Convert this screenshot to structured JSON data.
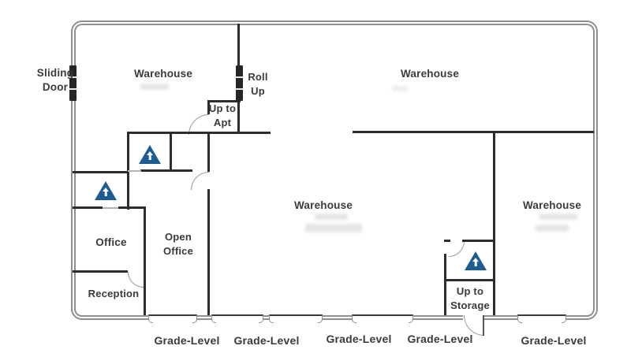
{
  "floor_plan": {
    "rooms": {
      "warehouse_nw": {
        "label": "Warehouse"
      },
      "warehouse_ne": {
        "label": "Warehouse"
      },
      "warehouse_center": {
        "label": "Warehouse"
      },
      "warehouse_east": {
        "label": "Warehouse"
      },
      "office": {
        "label": "Office"
      },
      "open_office": {
        "line1": "Open",
        "line2": "Office"
      },
      "reception": {
        "label": "Reception"
      }
    },
    "stairs": {
      "up_to_apt": {
        "line1": "Up to",
        "line2": "Apt"
      },
      "up_to_storage": {
        "line1": "Up to",
        "line2": "Storage"
      },
      "icon": "stairs-up-arrow",
      "icon_count": 3
    },
    "exterior_doors": {
      "sliding_door": {
        "line1": "Sliding",
        "line2": "Door"
      },
      "roll_up": {
        "line1": "Roll",
        "line2": "Up"
      },
      "grade_level_labels": [
        "Grade-Level",
        "Grade-Level",
        "Grade-Level",
        "Grade-Level",
        "Grade-Level"
      ]
    },
    "colors": {
      "interior_wall": "#2d2d2d",
      "outer_wall": "#8f8f8f",
      "stairs_blue": "#1d5c92",
      "label_text": "#3a3a3a",
      "background": "#ffffff"
    }
  }
}
